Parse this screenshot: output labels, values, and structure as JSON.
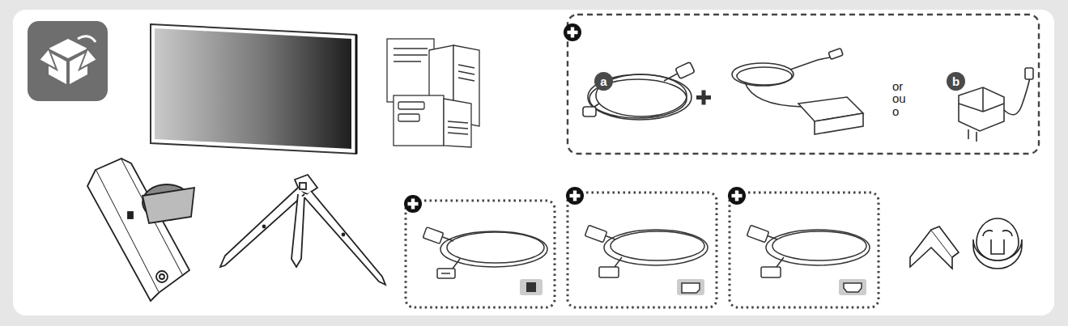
{
  "diagram": {
    "nodes": [
      {
        "text": [
          "a"
        ]
      },
      {
        "text": [
          "b"
        ]
      }
    ],
    "labels": [
      "or ou o"
    ]
  }
}
